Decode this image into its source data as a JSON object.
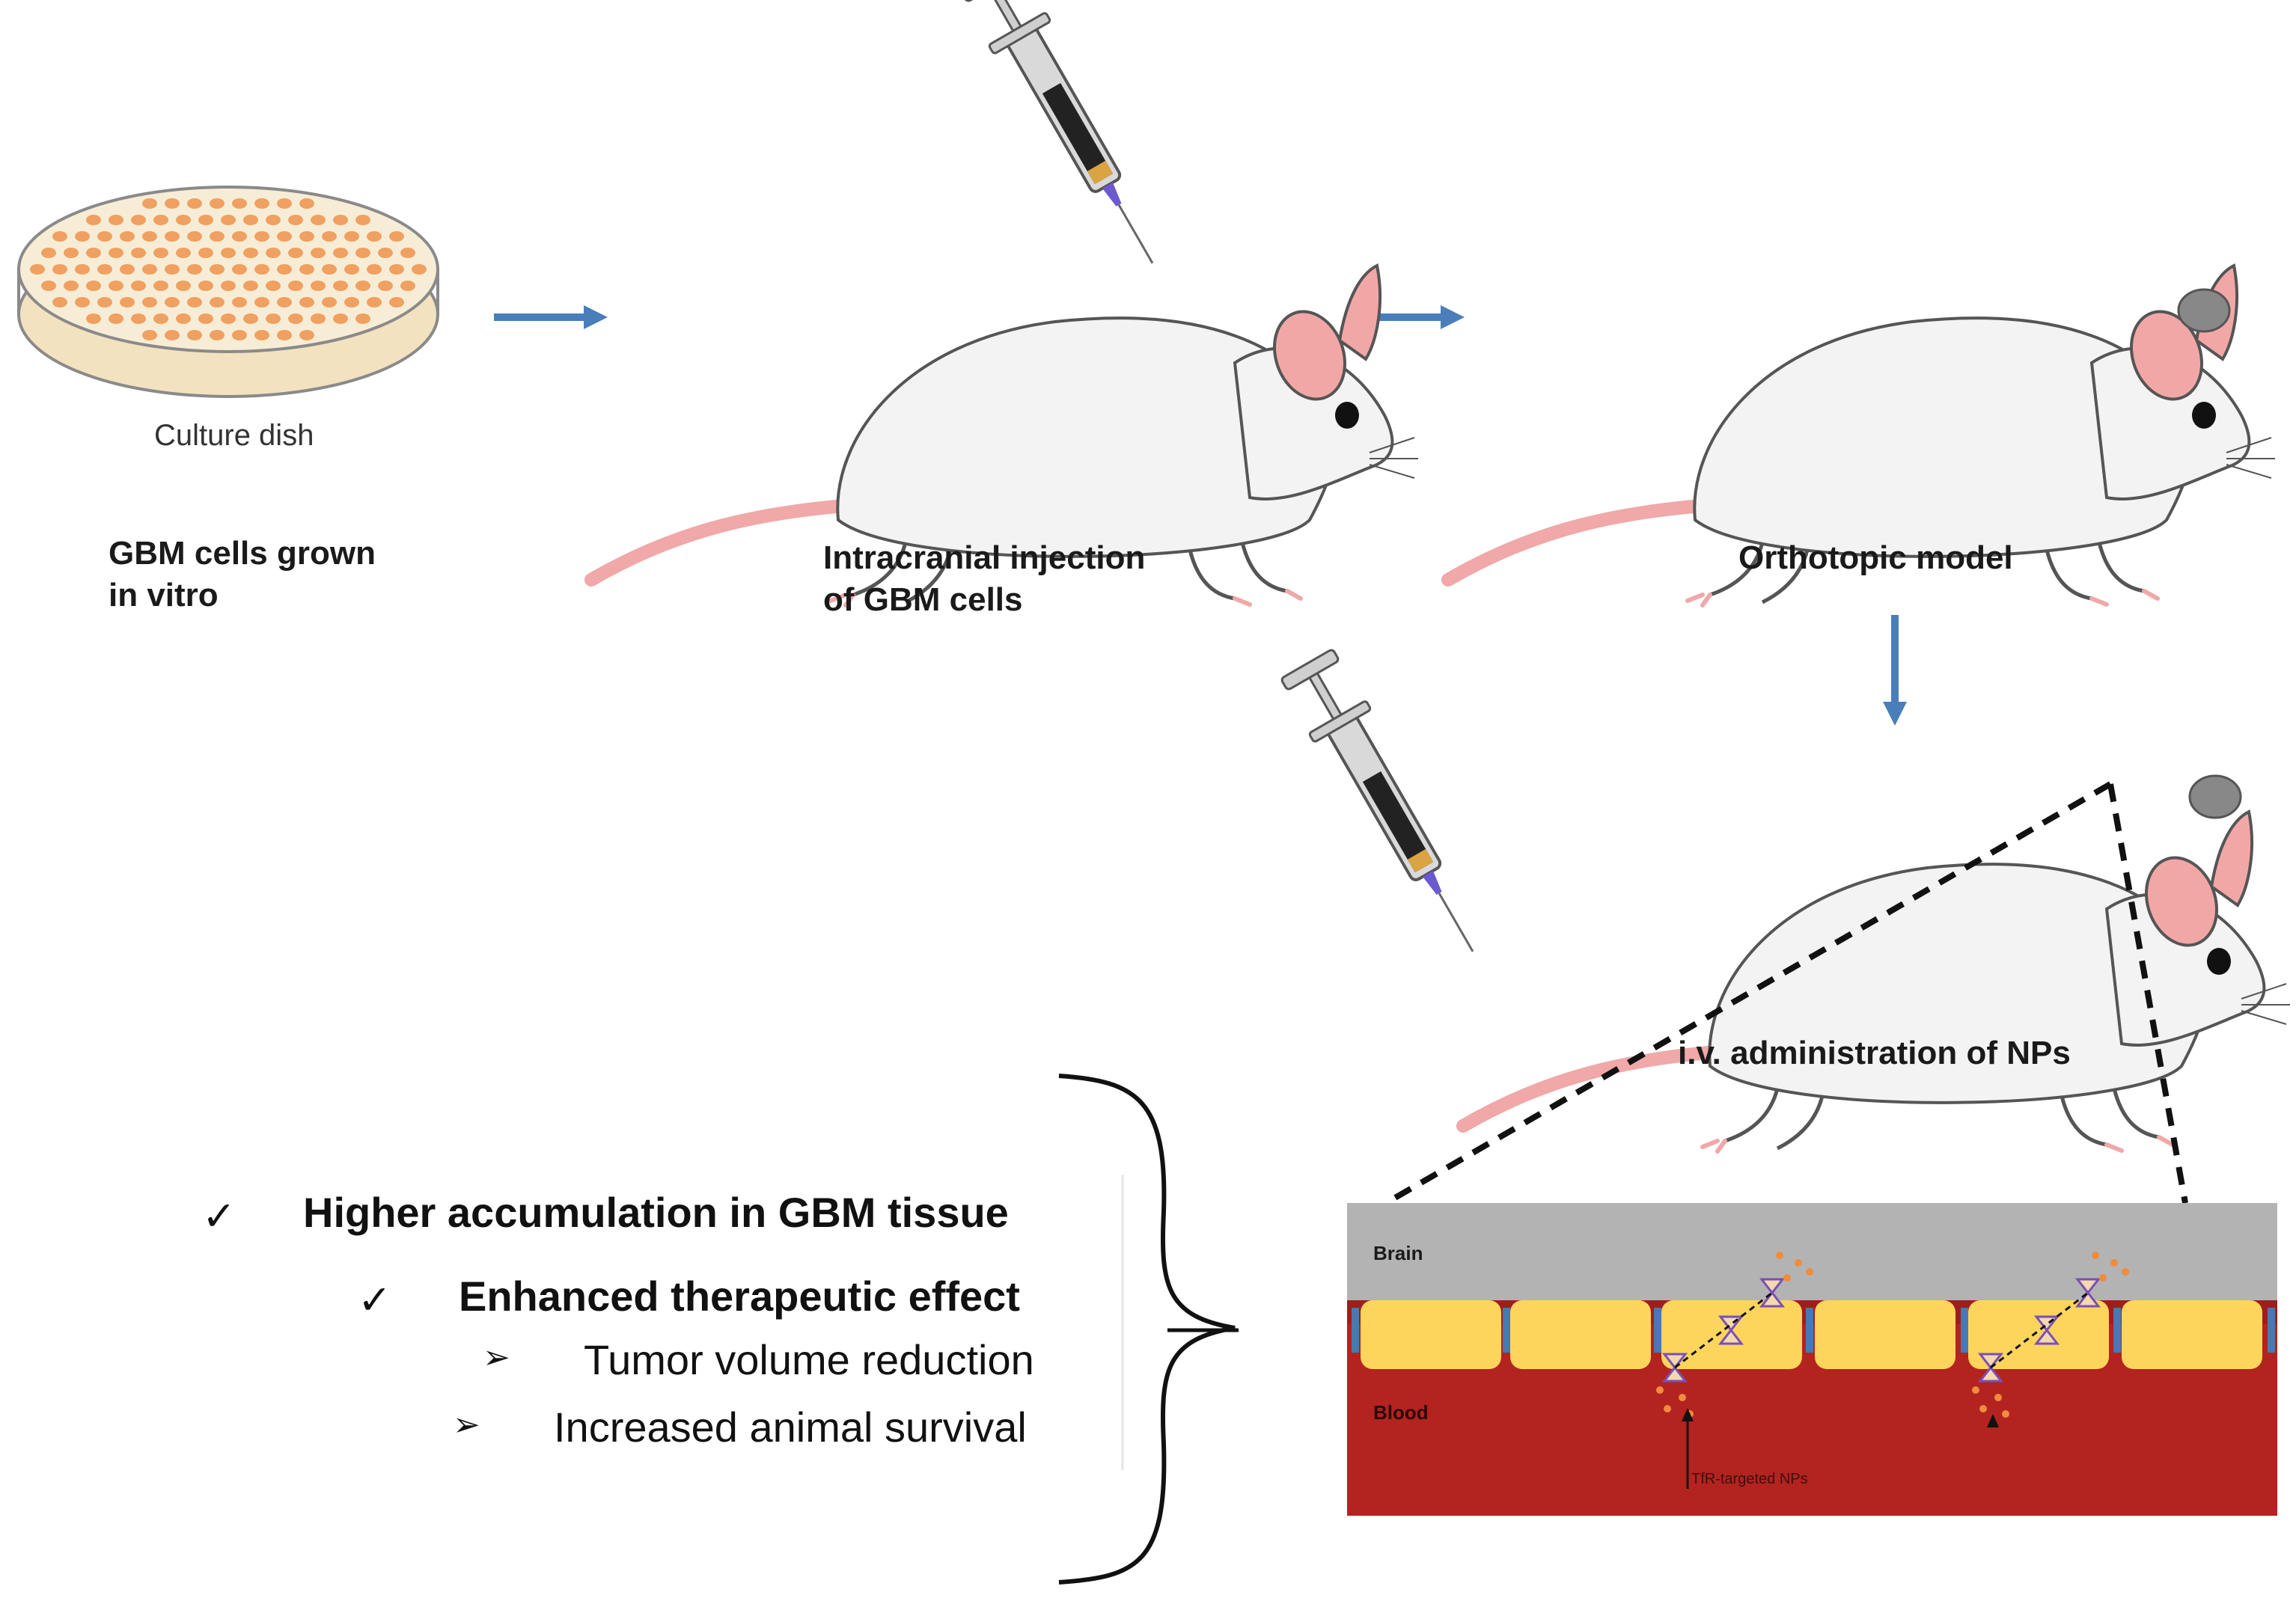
{
  "steps": {
    "dish_caption": "Culture dish",
    "step1": {
      "line1": "GBM cells grown",
      "line2": "in vitro"
    },
    "step2": {
      "line1": "Intracranial injection",
      "line2": "of GBM cells"
    },
    "step3": "Orthotopic model",
    "step4": "i.v. administration of NPs"
  },
  "panel": {
    "brain_label": "Brain",
    "blood_label": "Blood",
    "np_label": "TfR-targeted NPs",
    "colors": {
      "brain": "#b3b3b3",
      "cells": "#fdd55d",
      "blood": "#b3231f",
      "junction": "#4a78b5"
    }
  },
  "outcomes": [
    {
      "marker": "✓",
      "text": "Higher accumulation in GBM tissue",
      "style": "bold"
    },
    {
      "marker": "✓",
      "text": "Enhanced therapeutic effect",
      "style": "bold"
    },
    {
      "marker": "➢",
      "text": "Tumor volume reduction",
      "style": "normal"
    },
    {
      "marker": "➢",
      "text": "Increased animal survival",
      "style": "normal"
    }
  ],
  "colors": {
    "arrow": "#4a7ebb",
    "mouse_body": "#f2f2f2",
    "ear": "#f2a7a7",
    "tail": "#f0a8a8",
    "dish_dot": "#f0a060"
  }
}
